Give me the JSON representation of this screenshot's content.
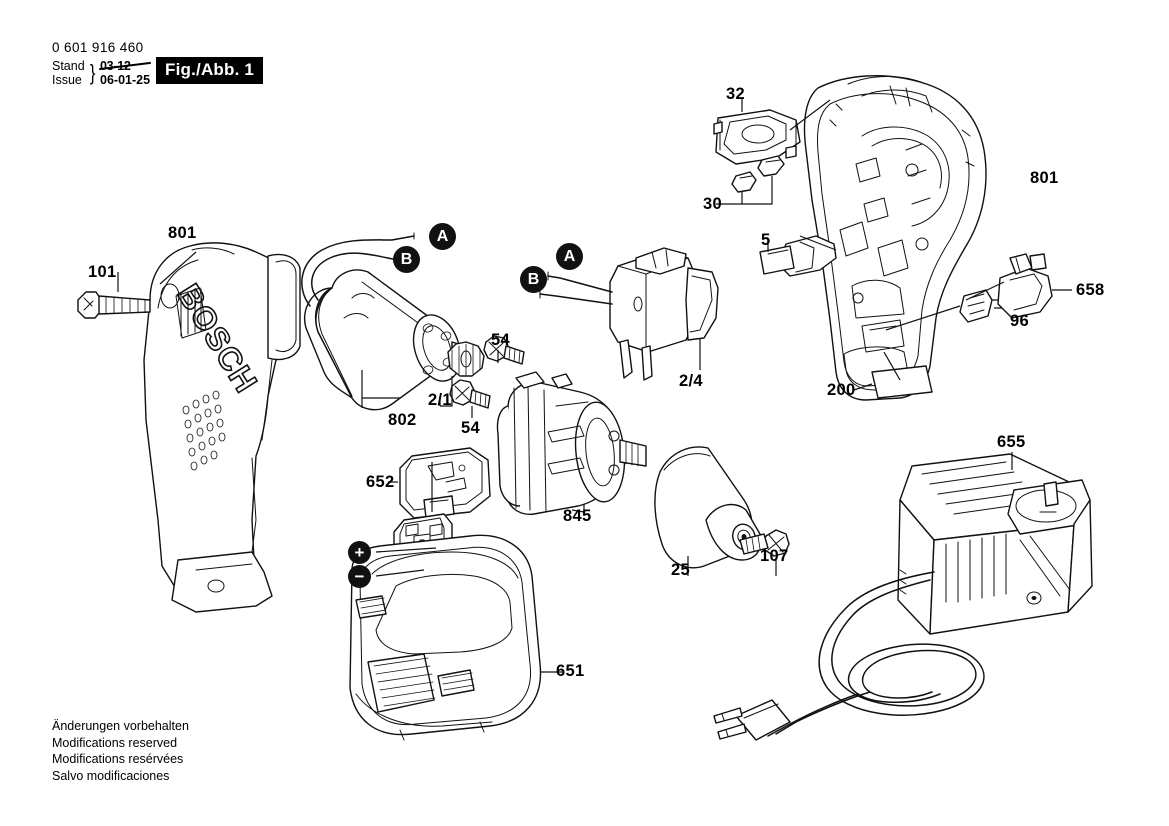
{
  "header": {
    "part_number": "0 601 916 460",
    "stand_label": "Stand",
    "issue_label": "Issue",
    "stand_date": "03-12",
    "issue_date": "06-01-25",
    "figure": "Fig./Abb. 1"
  },
  "footer": {
    "line_de": "Änderungen vorbehalten",
    "line_en": "Modifications reserved",
    "line_fr": "Modifications resérvées",
    "line_es": "Salvo modificaciones"
  },
  "badges": {
    "a_left": "A",
    "b_left": "B",
    "a_right": "A",
    "b_right": "B",
    "plus": "+",
    "minus": "−"
  },
  "callouts": [
    {
      "id": "101",
      "text": "101"
    },
    {
      "id": "801-left",
      "text": "801"
    },
    {
      "id": "802",
      "text": "802"
    },
    {
      "id": "2-1",
      "text": "2/1"
    },
    {
      "id": "54-top",
      "text": "54"
    },
    {
      "id": "54-bottom",
      "text": "54"
    },
    {
      "id": "2-4",
      "text": "2/4"
    },
    {
      "id": "32",
      "text": "32"
    },
    {
      "id": "30",
      "text": "30"
    },
    {
      "id": "5",
      "text": "5"
    },
    {
      "id": "801-right",
      "text": "801"
    },
    {
      "id": "96",
      "text": "96"
    },
    {
      "id": "658",
      "text": "658"
    },
    {
      "id": "200",
      "text": "200"
    },
    {
      "id": "845",
      "text": "845"
    },
    {
      "id": "25",
      "text": "25"
    },
    {
      "id": "107-chuck",
      "text": "107"
    },
    {
      "id": "652",
      "text": "652"
    },
    {
      "id": "651",
      "text": "651"
    },
    {
      "id": "655",
      "text": "655"
    }
  ],
  "colors": {
    "ink": "#111111",
    "paper": "#ffffff",
    "badge_fill": "#111111",
    "badge_text": "#ffffff"
  }
}
